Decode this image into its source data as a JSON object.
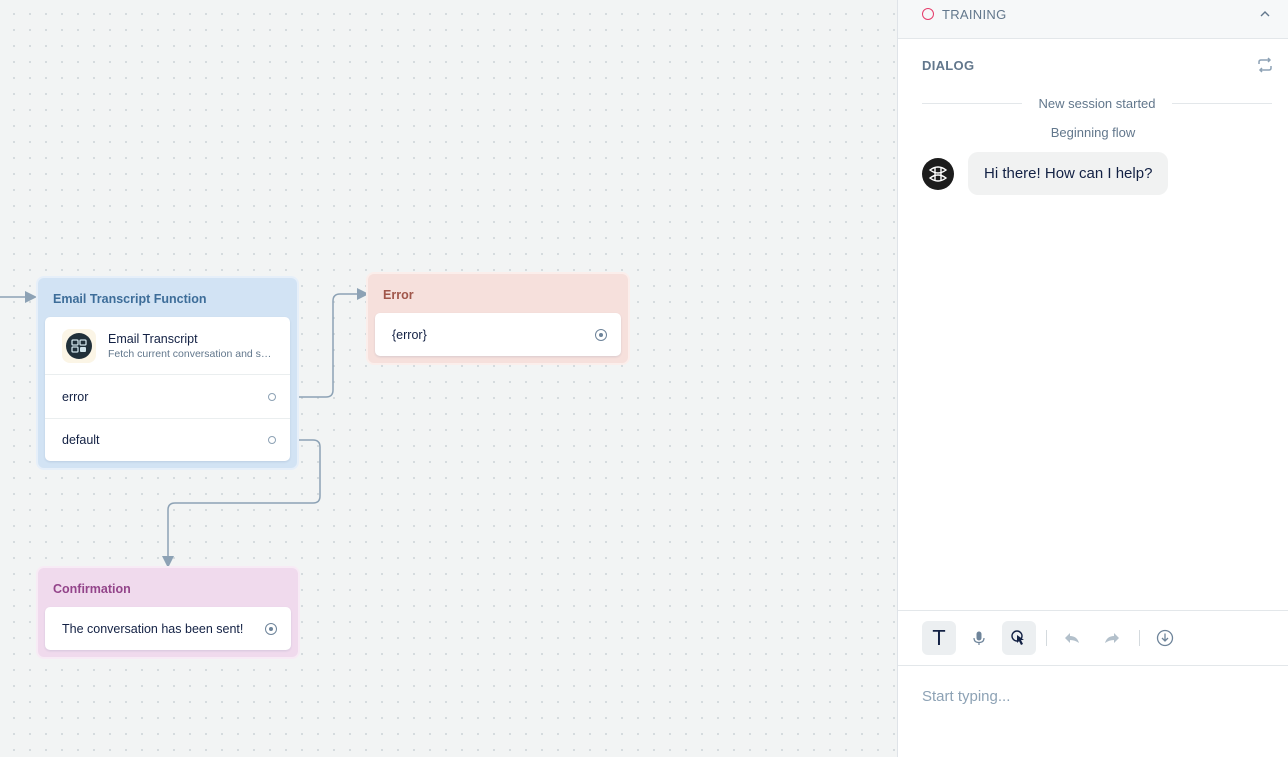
{
  "canvas": {
    "blocks": {
      "email_function": {
        "title": "Email Transcript Function",
        "function_name": "Email Transcript",
        "function_description": "Fetch current conversation and send it via email",
        "paths": [
          "error",
          "default"
        ]
      },
      "error": {
        "title": "Error",
        "message": "{error}"
      },
      "confirmation": {
        "title": "Confirmation",
        "message": "The conversation has been sent!"
      }
    }
  },
  "panel": {
    "training": {
      "label": "TRAINING",
      "status_color": "#e53d6b"
    },
    "dialog": {
      "title": "DIALOG",
      "session_divider": "New session started",
      "flow_note": "Beginning flow",
      "messages": [
        {
          "from": "bot",
          "text": "Hi there! How can I help?"
        }
      ]
    },
    "toolbar": {
      "text_mode_label": "T",
      "icons": [
        "mic-icon",
        "touch-icon",
        "undo-icon",
        "redo-icon",
        "download-icon"
      ]
    },
    "input": {
      "placeholder": "Start typing..."
    }
  }
}
